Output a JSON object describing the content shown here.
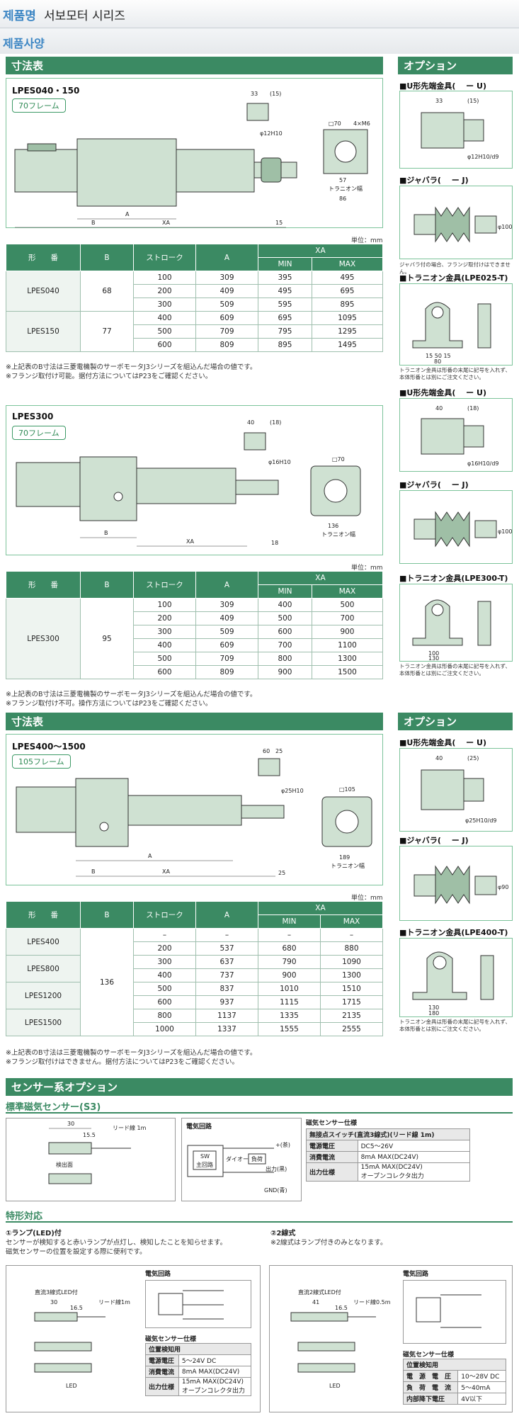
{
  "header": {
    "label": "제품명",
    "title": "서보모터 시리즈"
  },
  "spec_label": "제품사양",
  "section1": {
    "title": "寸法表",
    "option_title": "オプション"
  },
  "s1_model": "LPES040・150",
  "s1_frame": "70フレーム",
  "unit": "単位：mm",
  "th": {
    "model": "形　　番",
    "b": "B",
    "stroke": "ストローク",
    "a": "A",
    "xa": "XA",
    "min": "MIN",
    "max": "MAX"
  },
  "t1": {
    "groups": [
      {
        "model": "LPES040",
        "b": "68",
        "rows": [
          [
            "100",
            "309",
            "395",
            "495"
          ],
          [
            "200",
            "409",
            "495",
            "695"
          ],
          [
            "300",
            "509",
            "595",
            "895"
          ]
        ]
      },
      {
        "model": "LPES150",
        "b": "77",
        "rows": [
          [
            "400",
            "609",
            "695",
            "1095"
          ],
          [
            "500",
            "709",
            "795",
            "1295"
          ],
          [
            "600",
            "809",
            "895",
            "1495"
          ]
        ]
      }
    ]
  },
  "n1": [
    "※上記表のB寸法は三菱電機製のサーボモータJ3シリーズを組込んだ場合の値です。",
    "※フランジ取付け可能。据付方法についてはP23をご確認ください。"
  ],
  "s2_model": "LPES300",
  "s2_frame": "70フレーム",
  "t2": {
    "model": "LPES300",
    "b": "95",
    "rows": [
      [
        "100",
        "309",
        "400",
        "500"
      ],
      [
        "200",
        "409",
        "500",
        "700"
      ],
      [
        "300",
        "509",
        "600",
        "900"
      ],
      [
        "400",
        "609",
        "700",
        "1100"
      ],
      [
        "500",
        "709",
        "800",
        "1300"
      ],
      [
        "600",
        "809",
        "900",
        "1500"
      ]
    ]
  },
  "n2": [
    "※上記表のB寸法は三菱電機製のサーボモータJ3シリーズを組込んだ場合の値です。",
    "※フランジ取付け不可。操作方法についてはP23をご確認ください。"
  ],
  "section2": {
    "title": "寸法表",
    "option_title": "オプション"
  },
  "s3_model": "LPES400〜1500",
  "s3_frame": "105フレーム",
  "t3": {
    "b": "136",
    "rows": [
      {
        "model": "LPES400",
        "cells": [
          "–",
          "–",
          "–",
          "–"
        ]
      },
      {
        "model": "",
        "cells": [
          "200",
          "537",
          "680",
          "880"
        ]
      },
      {
        "model": "LPES800",
        "cells": [
          "300",
          "637",
          "790",
          "1090"
        ]
      },
      {
        "model": "",
        "cells": [
          "400",
          "737",
          "900",
          "1300"
        ]
      },
      {
        "model": "LPES1200",
        "cells": [
          "500",
          "837",
          "1010",
          "1510"
        ]
      },
      {
        "model": "",
        "cells": [
          "600",
          "937",
          "1115",
          "1715"
        ]
      },
      {
        "model": "LPES1500",
        "cells": [
          "800",
          "1137",
          "1335",
          "2135"
        ]
      },
      {
        "model": "",
        "cells": [
          "1000",
          "1337",
          "1555",
          "2555"
        ]
      }
    ]
  },
  "n3": [
    "※上記表のB寸法は三菱電機製のサーボモータJ3シリーズを組込んだ場合の値です。",
    "※フランジ取付けはできません。据付方法についてはP23をご確認ください。"
  ],
  "opt1": {
    "u": "■U形先端金具(　 ー U)",
    "j": "■ジャバラ(　 ー J)",
    "jnote": "ジャバラ付の場合、フランジ取付けはできません。",
    "t": "■トラニオン金具(LPE025-T)",
    "tnote": [
      "トラニオン金具は形番の末尾に記号を入れず、",
      "本体形番とは別にご注文ください。"
    ]
  },
  "opt2": {
    "u": "■U形先端金具(　 ー U)",
    "j": "■ジャバラ(　 ー J)",
    "t": "■トラニオン金具(LPE300-T)",
    "tnote": [
      "トラニオン金具は形番の末尾に記号を入れず、",
      "本体形番とは別にご注文ください。"
    ]
  },
  "opt3": {
    "u": "■U形先端金具(　 ー U)",
    "j": "■ジャバラ(　 ー J)",
    "t": "■トラニオン金具(LPE400-T)",
    "tnote": [
      "トラニオン金具は形番の末尾に記号を入れず、",
      "本体形番とは別にご注文ください。"
    ]
  },
  "sensor": {
    "title": "センサー系オプション",
    "sub": "標準磁気センサー(S3)",
    "circuit": "電気回路",
    "spec_title": "磁気センサー仕様",
    "spec_head": "無接点スイッチ(直流3線式)(リード線 1m)",
    "spec": [
      [
        "電源電圧",
        "DC5〜26V"
      ],
      [
        "消費電流",
        "8mA MAX(DC24V)"
      ],
      [
        "出力仕様",
        "15mA MAX(DC24V)",
        "オープンコレクタ出力"
      ]
    ],
    "draw": {
      "d30": "30",
      "d155": "15.5",
      "lead": "リード線 1m",
      "det": "検出面",
      "sw": "SW",
      "swm": "主回路",
      "diode": "ダイオード",
      "load": "負荷",
      "plus": "+(茶)",
      "out": "出力(黒)",
      "gnd": "GND(青)"
    }
  },
  "special": {
    "title": "特形対応",
    "lamp_h": "①ランプ(LED)付",
    "lamp_t": [
      "センサーが検知すると赤いランプが点灯し、検知したことを知らせます。",
      "磁気センサーの位置を設定する際に便利です。"
    ],
    "wire_h": "②2線式",
    "wire_t": "※2線式はランプ付きのみとなります。",
    "lamp_draw": {
      "title": "直流3線式LED付",
      "d30": "30",
      "d16": "16.5",
      "lead": "リード線1m",
      "led": "LED"
    },
    "wire_draw": {
      "title": "直流2線式LED付",
      "d41": "41",
      "d16": "16.5",
      "lead": "リード線0.5m",
      "led": "LED"
    },
    "circuit": "電気回路",
    "lamp_spec": {
      "title": "磁気センサー仕様",
      "head": "位置検知用",
      "rows": [
        [
          "電源電圧",
          "5〜24V DC"
        ],
        [
          "消費電流",
          "8mA MAX(DC24V)"
        ],
        [
          "出力仕様",
          "15mA MAX(DC24V)",
          "オープンコレクタ出力"
        ]
      ]
    },
    "wire_spec": {
      "title": "磁気センサー仕様",
      "head": "位置検知用",
      "rows": [
        [
          "電　源　電　圧",
          "10〜28V DC"
        ],
        [
          "負　荷　電　流",
          "5〜40mA"
        ],
        [
          "内部降下電圧",
          "4V以下"
        ]
      ]
    }
  }
}
